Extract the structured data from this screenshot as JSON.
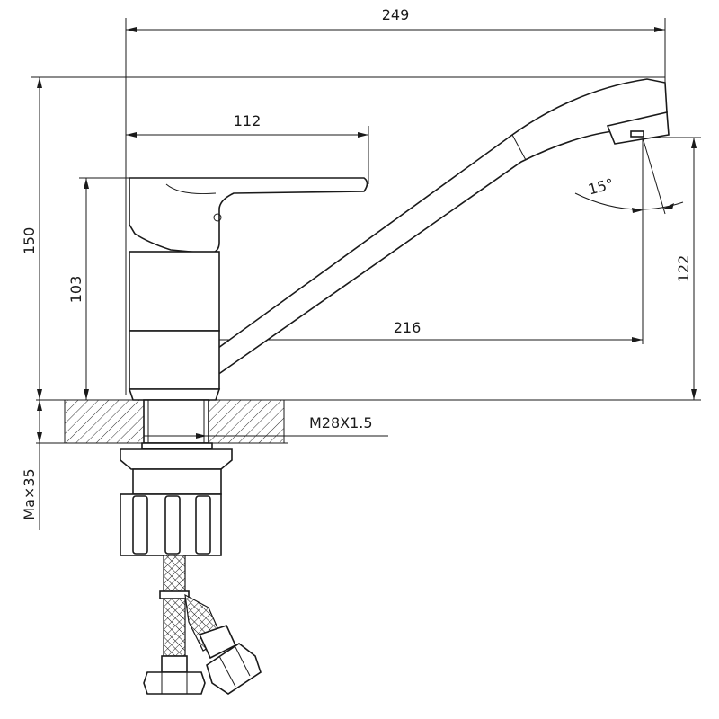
{
  "drawing": {
    "dimensions": {
      "overall_length": "249",
      "handle_length": "112",
      "overall_height": "150",
      "handle_height": "103",
      "outlet_height": "122",
      "spout_reach": "216",
      "spout_angle": "15°",
      "thread": "M28X1.5",
      "max_deck": "Ma×35"
    }
  }
}
